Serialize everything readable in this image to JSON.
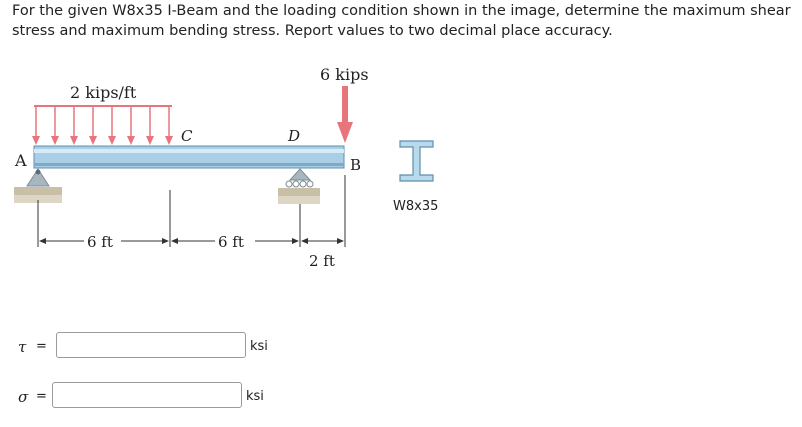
{
  "question": {
    "text": "For the given W8x35 I-Beam and the loading condition shown in the image, determine the maximum shear stress and maximum bending stress. Report values to two decimal place accuracy."
  },
  "figure": {
    "distributed_load_label": "2 kips/ft",
    "point_load_label": "6 kips",
    "point_a_label": "A",
    "point_b_label": "B",
    "point_c_label": "C",
    "point_d_label": "D",
    "dim_ac_label": "6 ft",
    "dim_cd_label": "6 ft",
    "dim_db_label": "2 ft",
    "section_label": "W8x35",
    "colors": {
      "beam_fill": "#a9cfe6",
      "beam_edge": "#5f8fad",
      "load_arrow": "#e8747c",
      "support": "#a8b6bf",
      "ground": "#c9bfa6"
    }
  },
  "answers": {
    "shear": {
      "symbol": "τ",
      "equals": "=",
      "value": "",
      "unit": "ksi"
    },
    "bending": {
      "symbol": "σ",
      "equals": "=",
      "value": "",
      "unit": "ksi"
    }
  }
}
